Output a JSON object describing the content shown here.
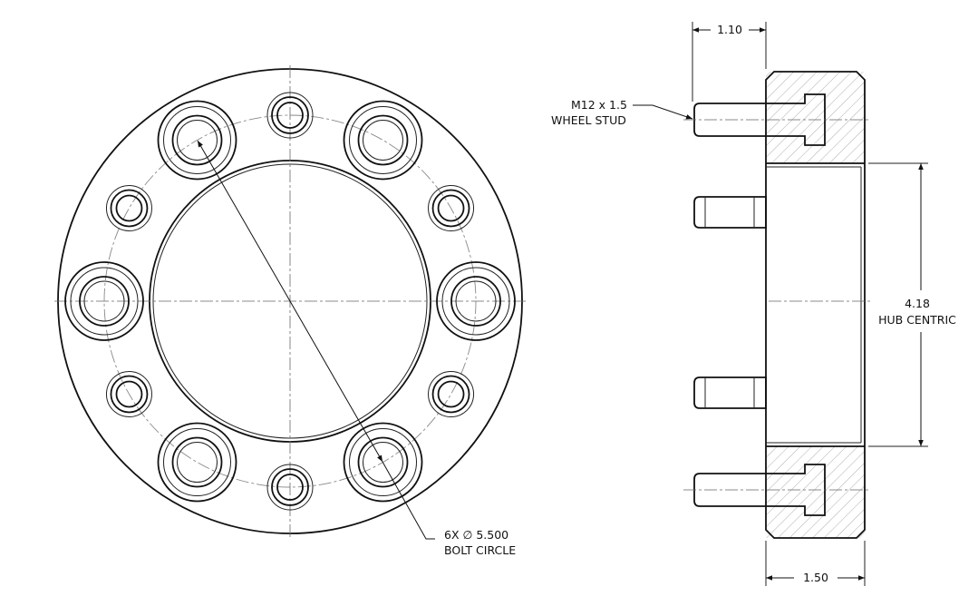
{
  "front_view": {
    "bolt_circle_callout": {
      "line1": "6X ∅ 5.500",
      "line2": "BOLT CIRCLE"
    }
  },
  "side_view": {
    "stud_callout": {
      "line1": "M12 x 1.5",
      "line2": "WHEEL STUD"
    },
    "stud_protrusion_dim": "1.10",
    "thickness_dim": "1.50",
    "hub_bore_callout": {
      "line1": "4.18",
      "line2": "HUB CENTRIC"
    }
  },
  "colors": {
    "line": "#111111",
    "centerline": "#666666",
    "background": "#ffffff"
  }
}
